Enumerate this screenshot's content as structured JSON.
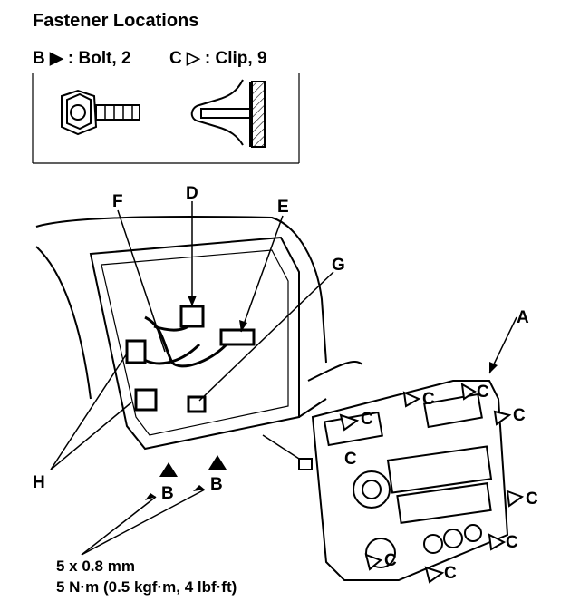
{
  "title": "Fastener Locations",
  "legend": {
    "bolt": "B ▶ : Bolt, 2",
    "clip": "C ▷ : Clip, 9"
  },
  "callouts": {
    "A": "A",
    "B": "B",
    "C": "C",
    "D": "D",
    "E": "E",
    "F": "F",
    "G": "G",
    "H": "H"
  },
  "torque": {
    "size": "5 x 0.8 mm",
    "value": "5 N·m (0.5 kgf·m, 4 lbf·ft)"
  }
}
